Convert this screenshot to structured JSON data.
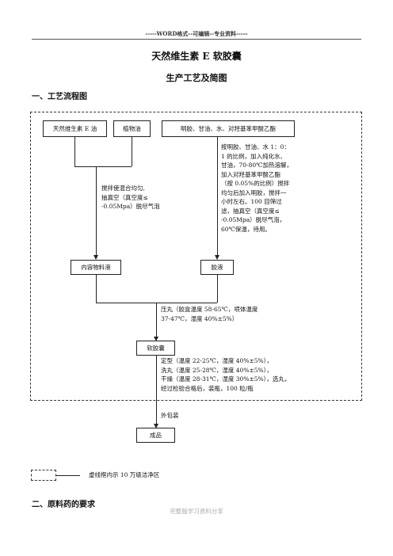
{
  "header": "-----WORD格式--可编辑--专业资料-----",
  "title": "天然维生素 E 软胶囊",
  "subtitle": "生产工艺及简图",
  "section1": "一、工艺流程图",
  "boxes": {
    "vitamin_e_oil": "天然维生素 E 油",
    "vegetable_oil": "植物油",
    "gelatin_mix": "明胶、甘油、水、对羟基苯甲酸乙酯",
    "content_liquid": "内容物料液",
    "gel_liquid": "胶液",
    "soft_capsule": "软胶囊",
    "product": "成品"
  },
  "notes": {
    "mix": [
      "搅拌使混合均匀,",
      "抽真空（真空度≤",
      "-0.05Mpa）脱尽气泡"
    ],
    "gel_prep": [
      "按明胶、甘油、水 1：0：",
      "1 的比例，加入纯化水、",
      "甘油，70-80℃加热溶解，",
      "加入对羟基苯甲酸乙酯",
      "（按 0.05%的比例）搅拌",
      "均匀后加入明胶，搅拌一",
      "小时左右。100 目筛过",
      "滤，抽真空（真空度≤",
      "-0.05Mpa）脱尽气泡，",
      "60℃保温，待用。"
    ],
    "press": [
      "压丸（胶盒温度 58-65℃，喷体温度",
      "37-47℃，湿度 40%±5%）"
    ],
    "post": [
      "定型（温度 22-25℃，湿度 40%±5%），",
      "洗丸（温度 25-28℃，湿度 40%±5%），",
      "干燥（温度 28-31℃，湿度 30%±5%），选丸，",
      "经过检验合格后，装瓶，100 粒/瓶"
    ],
    "outer_pack": "外包装"
  },
  "legend": "虚线框内示 10 万级洁净区",
  "section2": "二、原料药的要求",
  "footer": "完整版学习资料分享"
}
